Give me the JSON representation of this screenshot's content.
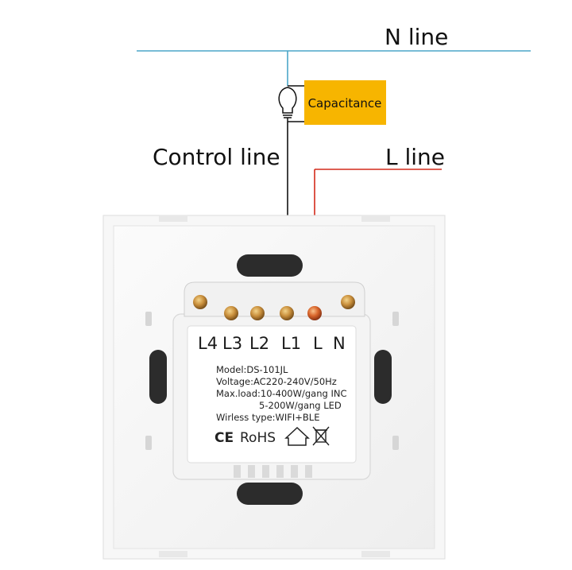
{
  "diagram": {
    "labels": {
      "n_line": "N line",
      "l_line": "L line",
      "control_line": "Control line",
      "capacitance": "Capacitance"
    },
    "terminals": [
      "L4",
      "L3",
      "L2",
      "L1",
      "L",
      "N"
    ],
    "module_label": {
      "model": "Model:DS-101JL",
      "voltage": "Voltage:AC220-240V/50Hz",
      "max_load_1": "Max.load:10-400W/gang  INC",
      "max_load_2": "5-200W/gang  LED",
      "wireless": "Wirless type:WIFI+BLE"
    },
    "certs": {
      "ce": "CE",
      "rohs": "RoHS"
    },
    "colors": {
      "n_wire": "#4ba6c8",
      "l_wire": "#d42a1a",
      "control_wire": "#111111",
      "capacitor": "#f7b500",
      "terminal_brass": "#c98f3c"
    }
  }
}
